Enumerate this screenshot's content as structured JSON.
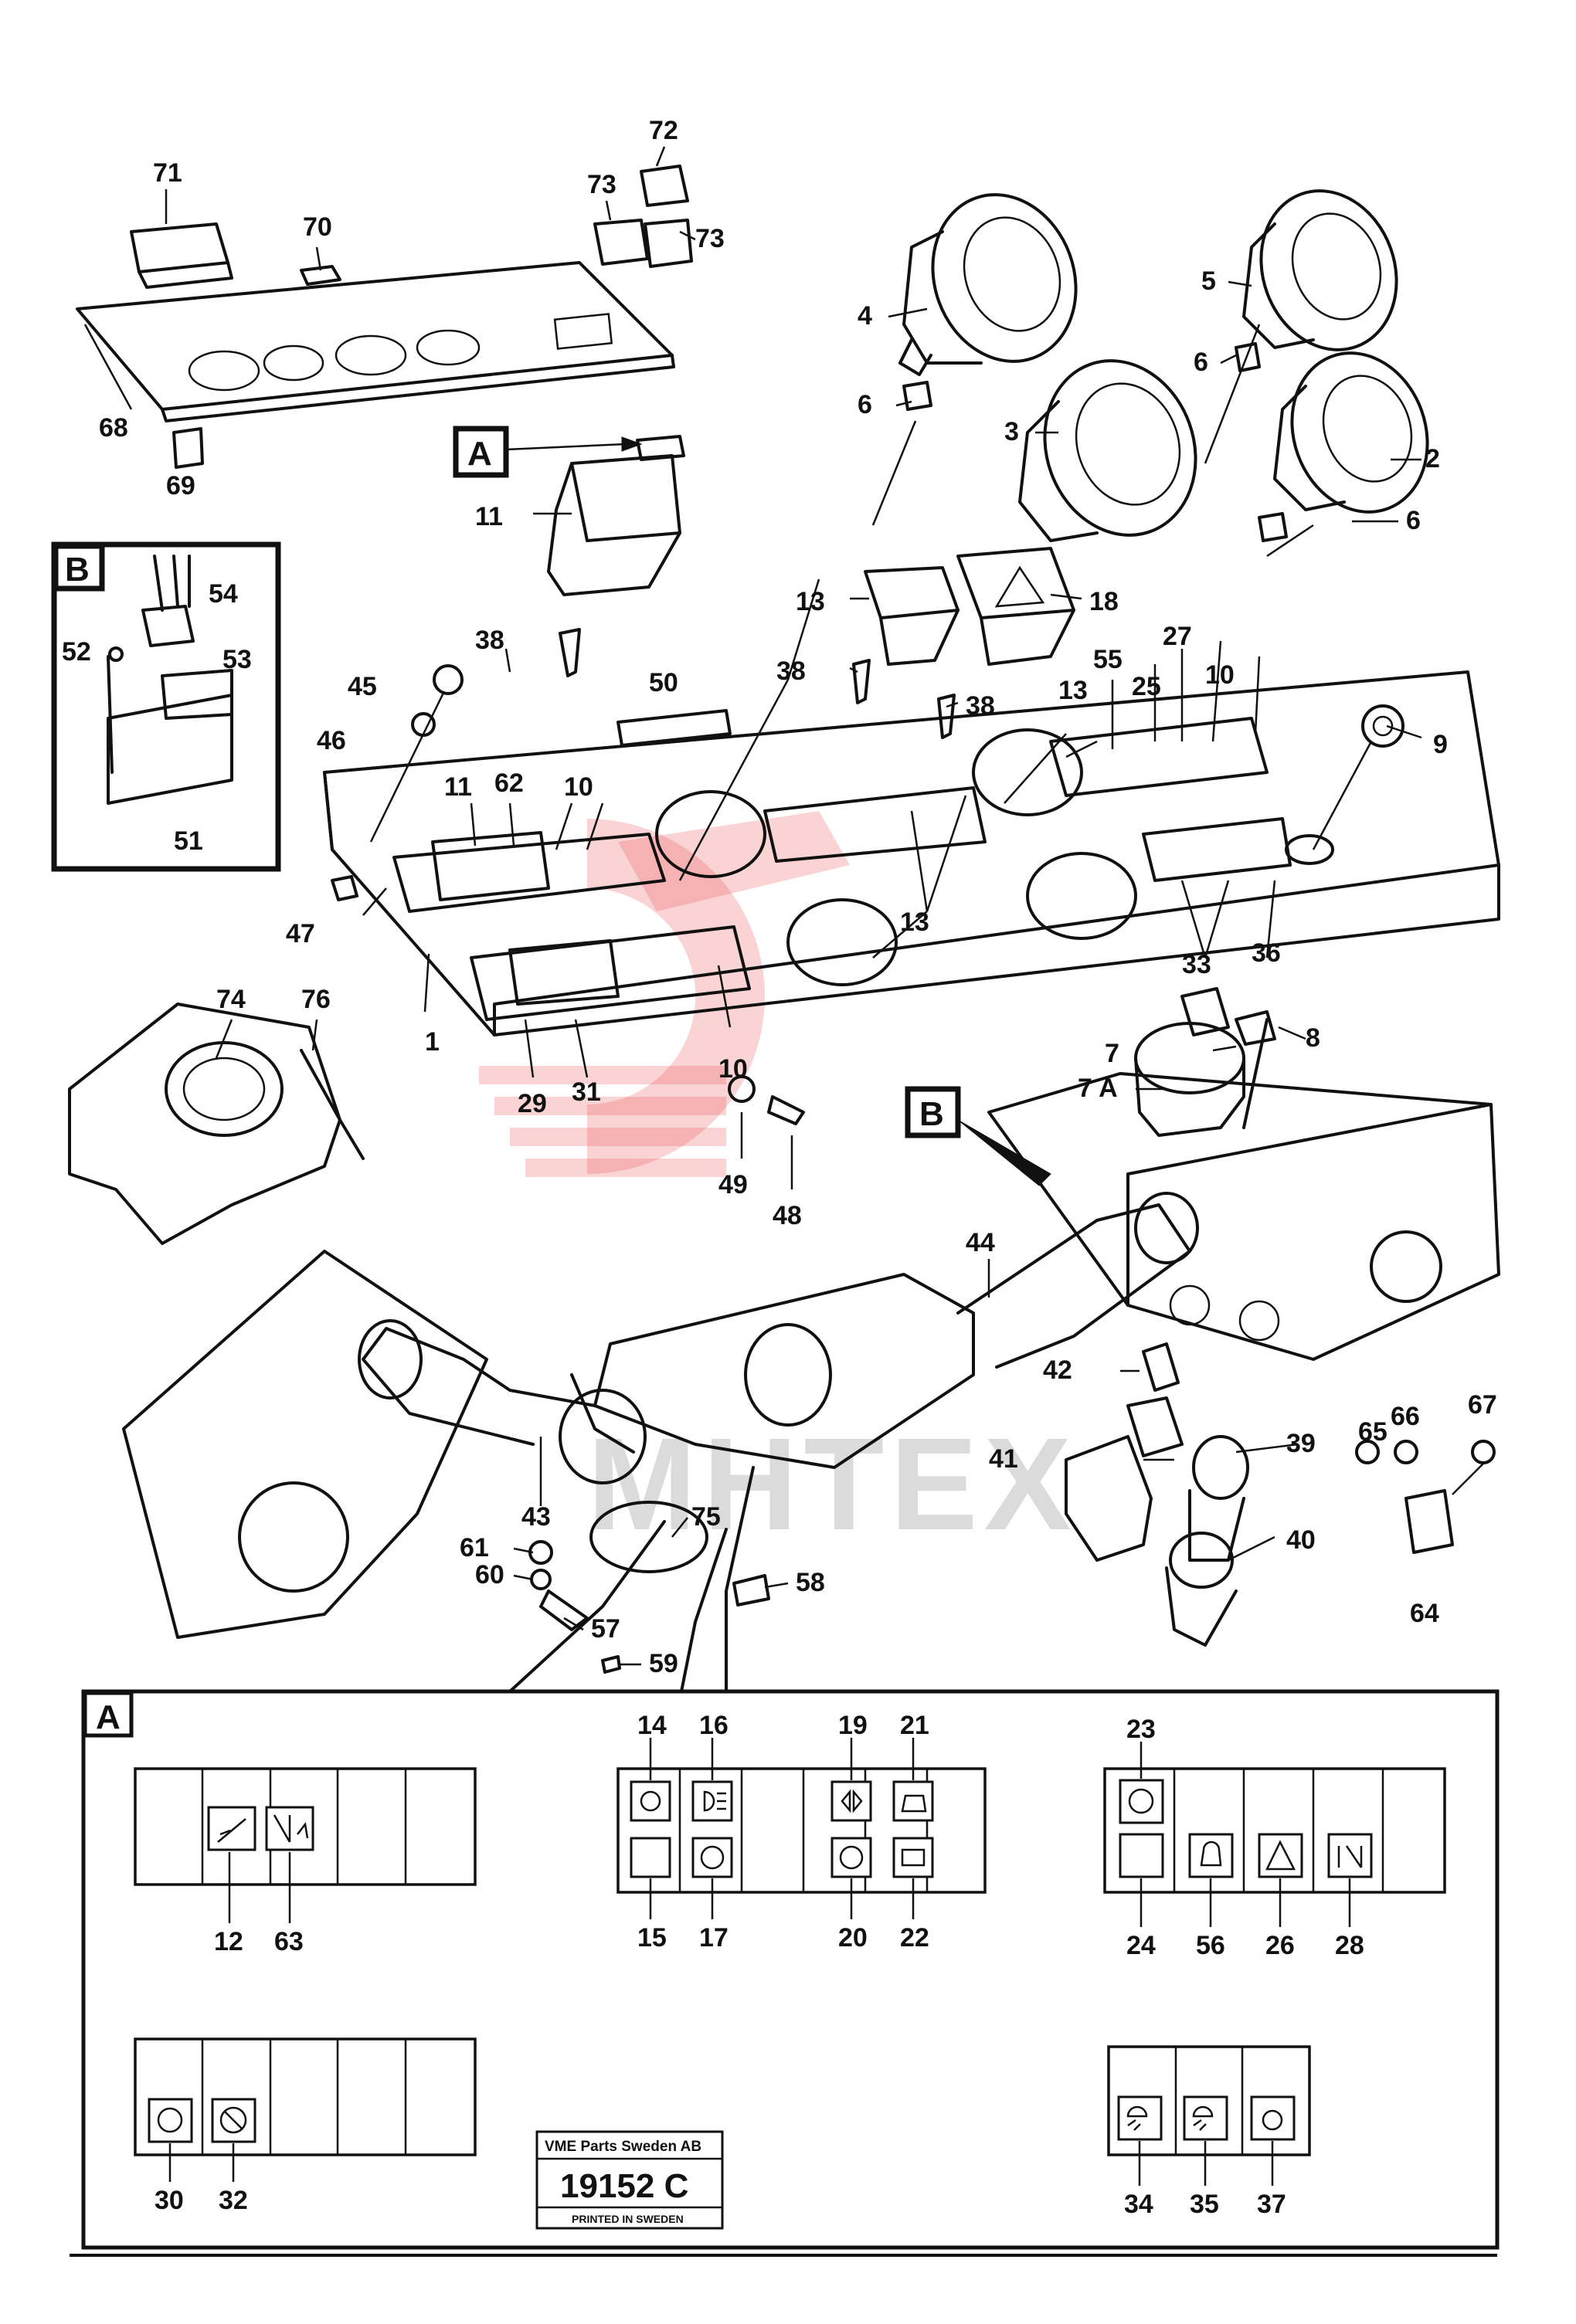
{
  "inset_labels": {
    "a": "A",
    "b": "B"
  },
  "stamp": {
    "company": "VME Parts Sweden AB",
    "drawing_number": "19152 C",
    "printed": "PRINTED IN SWEDEN"
  },
  "watermark": "MHTEX",
  "callouts": [
    {
      "id": "71",
      "text": "71"
    },
    {
      "id": "72",
      "text": "72"
    },
    {
      "id": "73a",
      "text": "73"
    },
    {
      "id": "73b",
      "text": "73"
    },
    {
      "id": "70",
      "text": "70"
    },
    {
      "id": "68",
      "text": "68"
    },
    {
      "id": "69",
      "text": "69"
    },
    {
      "id": "4",
      "text": "4"
    },
    {
      "id": "6a",
      "text": "6"
    },
    {
      "id": "3",
      "text": "3"
    },
    {
      "id": "5",
      "text": "5"
    },
    {
      "id": "6b",
      "text": "6"
    },
    {
      "id": "2",
      "text": "2"
    },
    {
      "id": "6c",
      "text": "6"
    },
    {
      "id": "11a",
      "text": "11"
    },
    {
      "id": "38a",
      "text": "38"
    },
    {
      "id": "54",
      "text": "54"
    },
    {
      "id": "52",
      "text": "52"
    },
    {
      "id": "53",
      "text": "53"
    },
    {
      "id": "51",
      "text": "51"
    },
    {
      "id": "13a",
      "text": "13"
    },
    {
      "id": "18",
      "text": "18"
    },
    {
      "id": "38b",
      "text": "38"
    },
    {
      "id": "38c",
      "text": "38"
    },
    {
      "id": "45",
      "text": "45"
    },
    {
      "id": "50",
      "text": "50"
    },
    {
      "id": "46",
      "text": "46"
    },
    {
      "id": "13b",
      "text": "13"
    },
    {
      "id": "55",
      "text": "55"
    },
    {
      "id": "25",
      "text": "25"
    },
    {
      "id": "27",
      "text": "27"
    },
    {
      "id": "10a",
      "text": "10"
    },
    {
      "id": "9",
      "text": "9"
    },
    {
      "id": "11b",
      "text": "11"
    },
    {
      "id": "62",
      "text": "62"
    },
    {
      "id": "10b",
      "text": "10"
    },
    {
      "id": "47",
      "text": "47"
    },
    {
      "id": "13c",
      "text": "13"
    },
    {
      "id": "33",
      "text": "33"
    },
    {
      "id": "36",
      "text": "36"
    },
    {
      "id": "1",
      "text": "1"
    },
    {
      "id": "29",
      "text": "29"
    },
    {
      "id": "31",
      "text": "31"
    },
    {
      "id": "10c",
      "text": "10"
    },
    {
      "id": "74",
      "text": "74"
    },
    {
      "id": "76",
      "text": "76"
    },
    {
      "id": "7",
      "text": "7"
    },
    {
      "id": "8",
      "text": "8"
    },
    {
      "id": "7A",
      "text": "7 A"
    },
    {
      "id": "49",
      "text": "49"
    },
    {
      "id": "48",
      "text": "48"
    },
    {
      "id": "44",
      "text": "44"
    },
    {
      "id": "42",
      "text": "42"
    },
    {
      "id": "41",
      "text": "41"
    },
    {
      "id": "39",
      "text": "39"
    },
    {
      "id": "65",
      "text": "65"
    },
    {
      "id": "66",
      "text": "66"
    },
    {
      "id": "67",
      "text": "67"
    },
    {
      "id": "43",
      "text": "43"
    },
    {
      "id": "75",
      "text": "75"
    },
    {
      "id": "40",
      "text": "40"
    },
    {
      "id": "61",
      "text": "61"
    },
    {
      "id": "60",
      "text": "60"
    },
    {
      "id": "58",
      "text": "58"
    },
    {
      "id": "57",
      "text": "57"
    },
    {
      "id": "59",
      "text": "59"
    },
    {
      "id": "64",
      "text": "64"
    },
    {
      "id": "14",
      "text": "14"
    },
    {
      "id": "16",
      "text": "16"
    },
    {
      "id": "19",
      "text": "19"
    },
    {
      "id": "21",
      "text": "21"
    },
    {
      "id": "23",
      "text": "23"
    },
    {
      "id": "12",
      "text": "12"
    },
    {
      "id": "63",
      "text": "63"
    },
    {
      "id": "15",
      "text": "15"
    },
    {
      "id": "17",
      "text": "17"
    },
    {
      "id": "20",
      "text": "20"
    },
    {
      "id": "22",
      "text": "22"
    },
    {
      "id": "24",
      "text": "24"
    },
    {
      "id": "56",
      "text": "56"
    },
    {
      "id": "26",
      "text": "26"
    },
    {
      "id": "28",
      "text": "28"
    },
    {
      "id": "30",
      "text": "30"
    },
    {
      "id": "32",
      "text": "32"
    },
    {
      "id": "34",
      "text": "34"
    },
    {
      "id": "35",
      "text": "35"
    },
    {
      "id": "37",
      "text": "37"
    }
  ]
}
